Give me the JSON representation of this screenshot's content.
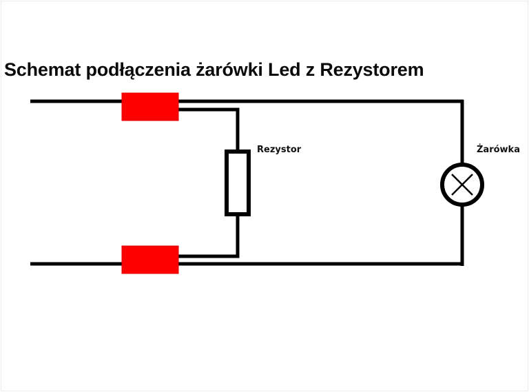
{
  "diagram": {
    "title": "Schemat podłączenia żarówki Led z Rezystorem",
    "components": [
      {
        "id": "connector-top",
        "type": "connector-block",
        "color": "#ff0000"
      },
      {
        "id": "connector-bottom",
        "type": "connector-block",
        "color": "#ff0000"
      },
      {
        "id": "resistor",
        "type": "resistor",
        "label": "Rezystor"
      },
      {
        "id": "bulb",
        "type": "lamp",
        "label": "Żarówka"
      }
    ],
    "labels": {
      "resistor": "Rezystor",
      "bulb": "Żarówka"
    },
    "colors": {
      "wire": "#000000",
      "connector": "#ff0000",
      "background": "#ffffff"
    },
    "connections": [
      {
        "from": "input-top",
        "to": "connector-top"
      },
      {
        "from": "connector-top",
        "to": "bulb"
      },
      {
        "from": "connector-top",
        "to": "resistor"
      },
      {
        "from": "resistor",
        "to": "connector-bottom"
      },
      {
        "from": "input-bottom",
        "to": "connector-bottom"
      },
      {
        "from": "connector-bottom",
        "to": "bulb"
      }
    ]
  }
}
